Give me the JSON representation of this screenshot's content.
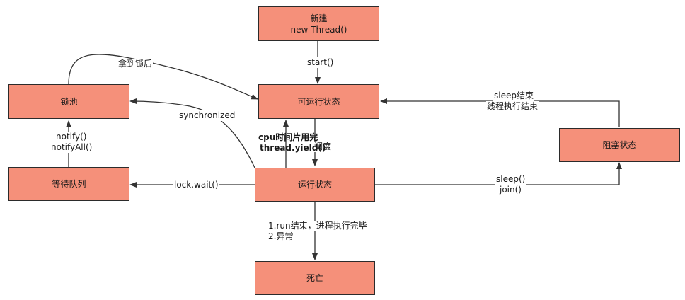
{
  "nodes": {
    "new": {
      "line1": "新建",
      "line2": "new Thread()"
    },
    "runnable": {
      "label": "可运行状态"
    },
    "running": {
      "label": "运行状态"
    },
    "dead": {
      "label": "死亡"
    },
    "lock_pool": {
      "label": "锁池"
    },
    "wait_queue": {
      "label": "等待队列"
    },
    "blocked": {
      "label": "阻塞状态"
    }
  },
  "edges": {
    "start": "start()",
    "dispatch": "调度",
    "yield_line1": "cpu时间片用完",
    "yield_line2": "thread.yield()",
    "got_lock": "拿到锁后",
    "synchronized": "synchronized",
    "notify_line1": "notify()",
    "notify_line2": "notifyAll()",
    "lock_wait": "lock.wait()",
    "sleep_line1": "sleep()",
    "sleep_line2": "join()",
    "sleep_end_line1": "sleep结束",
    "sleep_end_line2": "线程执行结束",
    "finish_line1": "1.run结束，进程执行完毕",
    "finish_line2": "2.异常"
  },
  "colors": {
    "node_fill": "#f5907a",
    "node_border": "#2b2b2b",
    "edge": "#333333"
  }
}
